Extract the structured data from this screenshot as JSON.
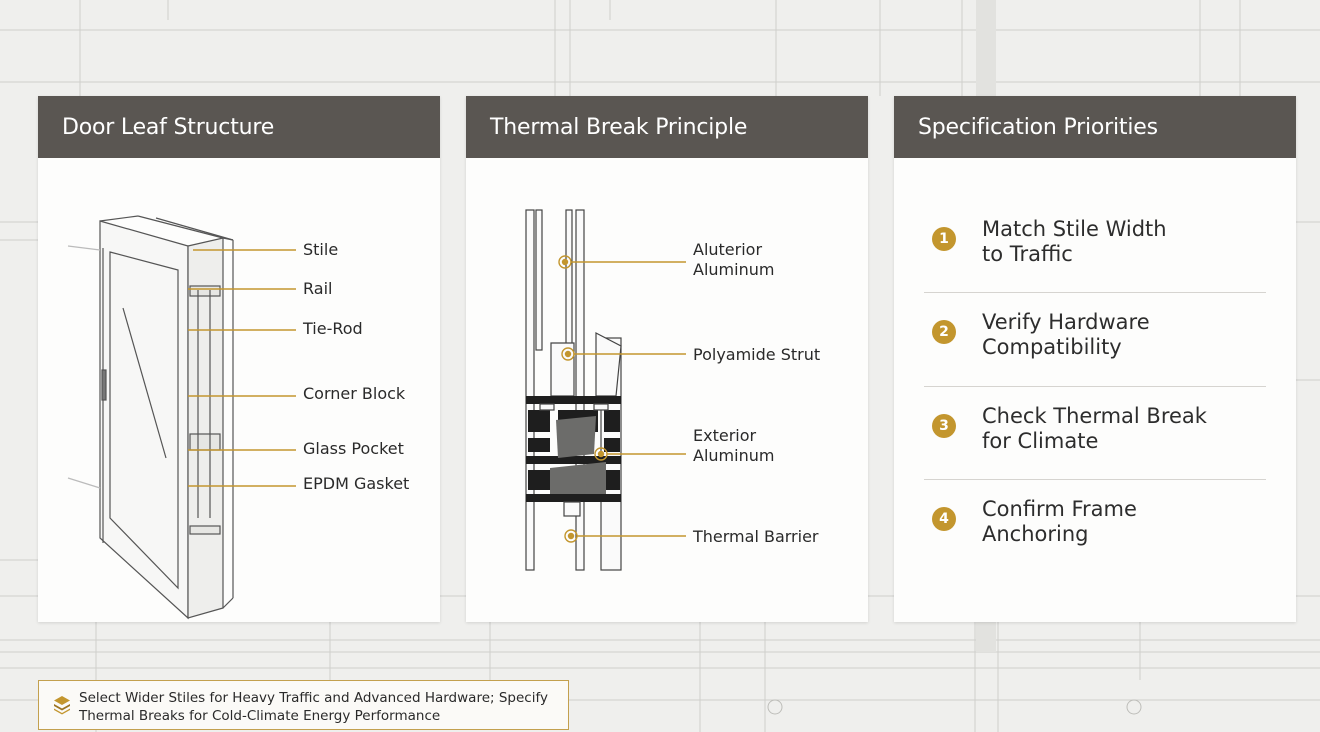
{
  "cards": {
    "door_leaf": {
      "title": "Door Leaf Structure",
      "labels": [
        "Stile",
        "Rail",
        "Tie-Rod",
        "Corner Block",
        "Glass Pocket",
        "EPDM Gasket"
      ]
    },
    "thermal_break": {
      "title": "Thermal Break Principle",
      "labels": [
        "Aluterior\nAluminum",
        "Polyamide Strut",
        "Exterior\nAluminum",
        "Thermal Barrier"
      ]
    },
    "spec": {
      "title": "Specification Priorities",
      "items": [
        {
          "num": "1",
          "text": "Match Stile Width\nto Traffic"
        },
        {
          "num": "2",
          "text": "Verify Hardware\nCompatibility"
        },
        {
          "num": "3",
          "text": "Check Thermal Break\nfor Climate"
        },
        {
          "num": "4",
          "text": "Confirm Frame\nAnchoring"
        }
      ]
    }
  },
  "footer": {
    "text": "Select Wider Stiles for Heavy Traffic and Advanced Hardware; Specify Thermal Breaks for Cold-Climate Energy Performance",
    "icon": "layers-icon"
  },
  "colors": {
    "header_bg": "#5a5652",
    "accent_gold": "#c3962e",
    "background": "#efefed"
  }
}
